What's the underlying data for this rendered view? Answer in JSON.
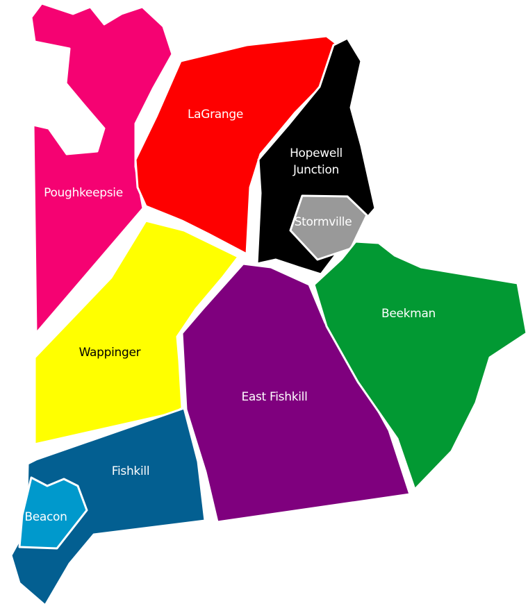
{
  "map": {
    "regions": [
      {
        "id": "poughkeepsie",
        "name": "Poughkeepsie",
        "color": "#f50272",
        "label_color": "#ffffff"
      },
      {
        "id": "lagrange",
        "name": "LaGrange",
        "color": "#fe0000",
        "label_color": "#ffffff"
      },
      {
        "id": "hopewell-junction",
        "name": "Hopewell Junction",
        "label_lines": [
          "Hopewell",
          "Junction"
        ],
        "color": "#000000",
        "label_color": "#ffffff"
      },
      {
        "id": "stormville",
        "name": "Stormville",
        "color": "#999999",
        "label_color": "#ffffff"
      },
      {
        "id": "wappinger",
        "name": "Wappinger",
        "color": "#ffff00",
        "label_color": "#000000"
      },
      {
        "id": "east-fishkill",
        "name": "East Fishkill",
        "color": "#7f007e",
        "label_color": "#ffffff"
      },
      {
        "id": "beekman",
        "name": "Beekman",
        "color": "#029933",
        "label_color": "#ffffff"
      },
      {
        "id": "fishkill",
        "name": "Fishkill",
        "color": "#035f91",
        "label_color": "#ffffff"
      },
      {
        "id": "beacon",
        "name": "Beacon",
        "color": "#0099cc",
        "label_color": "#ffffff"
      }
    ]
  }
}
